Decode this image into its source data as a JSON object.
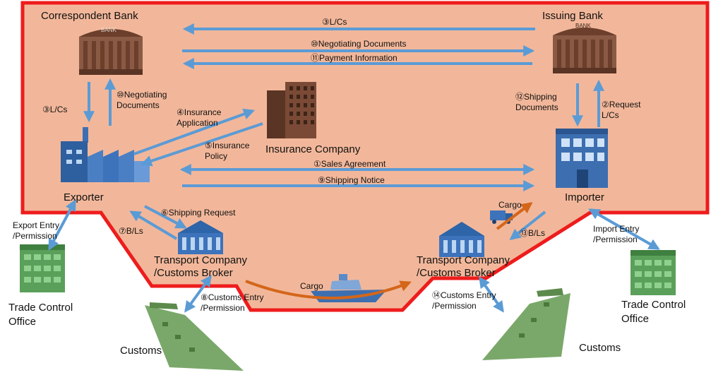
{
  "entities": {
    "correspondent_bank": "Correspondent Bank",
    "issuing_bank": "Issuing Bank",
    "insurance_company": "Insurance Company",
    "exporter": "Exporter",
    "importer": "Importer",
    "transport_left_1": "Transport Company",
    "transport_left_2": "/Customs Broker",
    "transport_right_1": "Transport Company",
    "transport_right_2": "/Customs Broker",
    "trade_control_left_1": "Trade Control",
    "trade_control_left_2": "Office",
    "trade_control_right_1": "Trade Control",
    "trade_control_right_2": "Office",
    "customs_left": "Customs",
    "customs_right": "Customs",
    "bank_sign": "BANK"
  },
  "flows": {
    "lcs_top": "③L/Cs",
    "negotiating_documents_top": "⑩Negotiating Documents",
    "payment_information": "⑪Payment Information",
    "lcs_left": "③L/Cs",
    "negotiating_documents_1": "⑩Negotiating",
    "negotiating_documents_2": "Documents",
    "insurance_application_1": "④Insurance",
    "insurance_application_2": "Application",
    "insurance_policy_1": "⑤Insurance",
    "insurance_policy_2": "Policy",
    "shipping_documents_1": "⑫Shipping",
    "shipping_documents_2": "Documents",
    "request_lcs_1": "②Request",
    "request_lcs_2": "L/Cs",
    "sales_agreement": "①Sales Agreement",
    "shipping_notice": "⑨Shipping Notice",
    "shipping_request": "⑥Shipping Request",
    "bls_left": "⑦B/Ls",
    "bls_right": "⑬B/Ls",
    "cargo_truck": "Cargo",
    "cargo_ship": "Cargo",
    "export_entry_1": "Export Entry",
    "export_entry_2": "/Permission",
    "import_entry_1": "Import Entry",
    "import_entry_2": "/Permission",
    "customs_entry_left_1": "⑧Customs Entry",
    "customs_entry_left_2": "/Permission",
    "customs_entry_right_1": "⑭Customs Entry",
    "customs_entry_right_2": "/Permission"
  },
  "colors": {
    "region_fill": "#f2b79a",
    "region_border": "#ee1c1c",
    "arrow_blue": "#5b9bd5",
    "arrow_orange": "#d4661a",
    "bank_brown": "#8a5a44",
    "building_blue": "#4a7fc4",
    "trade_green": "#5aa05a",
    "customs_green": "#7aa86a"
  }
}
